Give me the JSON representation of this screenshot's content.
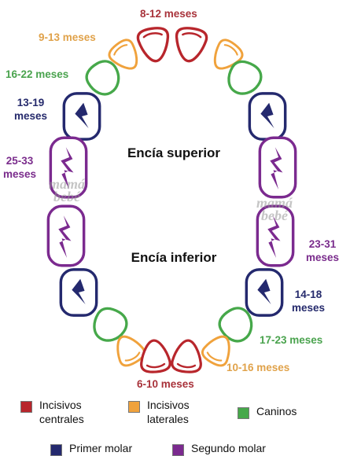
{
  "diagram": {
    "upper_label": "Encía superior",
    "lower_label": "Encía inferior"
  },
  "colors": {
    "incisivos_centrales": "#b8262c",
    "incisivos_laterales": "#f0a23c",
    "caninos": "#46a84a",
    "primer_molar": "#24296e",
    "segundo_molar": "#7b2a8f"
  },
  "labels": {
    "upper_central": "8-12 meses",
    "upper_lateral": "9-13 meses",
    "upper_canine": "16-22 meses",
    "upper_first_molar_a": "13-19",
    "upper_first_molar_b": "meses",
    "upper_second_molar_a": "25-33",
    "upper_second_molar_b": "meses",
    "lower_second_molar_a": "23-31",
    "lower_second_molar_b": "meses",
    "lower_first_molar_a": "14-18",
    "lower_first_molar_b": "meses",
    "lower_canine": "17-23 meses",
    "lower_lateral": "10-16 meses",
    "lower_central": "6-10 meses"
  },
  "legend": {
    "incisivos_centrales": "Incisivos\ncentrales",
    "incisivos_laterales": "Incisivos\nlaterales",
    "caninos": "Caninos",
    "primer_molar": "Primer molar",
    "segundo_molar": "Segundo molar"
  },
  "watermark": {
    "line1": "mamá",
    "line2": "bebé"
  }
}
